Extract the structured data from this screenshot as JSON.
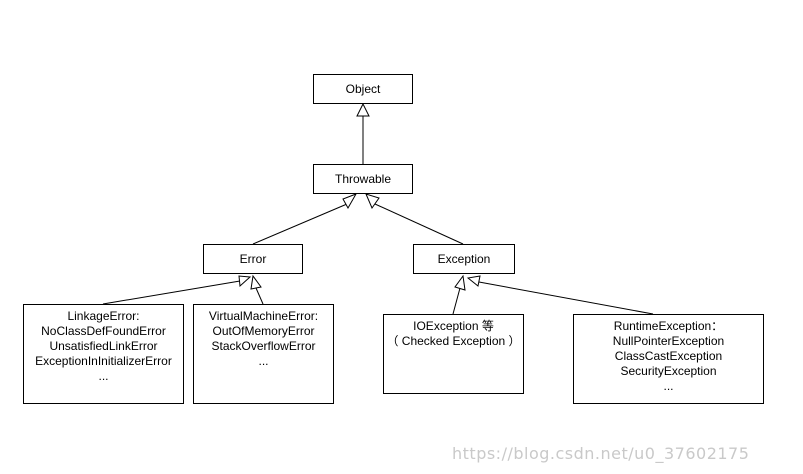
{
  "nodes": {
    "object": {
      "label": "Object"
    },
    "throwable": {
      "label": "Throwable"
    },
    "error": {
      "label": "Error"
    },
    "exception": {
      "label": "Exception"
    },
    "linkage_error": {
      "lines": [
        "LinkageError:",
        "NoClassDefFoundError",
        "UnsatisfiedLinkError",
        "ExceptionInInitializerError",
        "..."
      ]
    },
    "vm_error": {
      "lines": [
        "VirtualMachineError:",
        "OutOfMemoryError",
        "StackOverflowError",
        "..."
      ]
    },
    "io_exception": {
      "lines": [
        "IOException 等",
        "（ Checked Exception ）"
      ]
    },
    "runtime_exception": {
      "lines": [
        "RuntimeException：",
        "NullPointerException",
        "ClassCastException",
        "SecurityException",
        "..."
      ]
    }
  },
  "watermark": "https://blog.csdn.net/u0_37602175",
  "colors": {
    "line": "#000000",
    "background": "#ffffff",
    "watermark": "#c9c9c9"
  }
}
